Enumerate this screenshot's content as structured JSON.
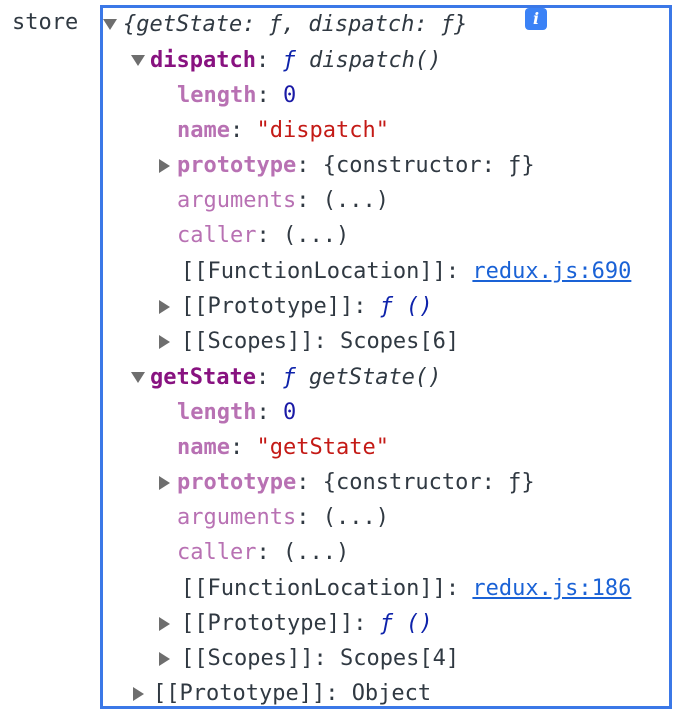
{
  "variable_label": "store",
  "root": {
    "preview": "{getState: ƒ, dispatch: ƒ}",
    "info_badge": "i"
  },
  "dispatch": {
    "key": "dispatch",
    "fn_symbol": "ƒ",
    "signature": "dispatch()",
    "length_key": "length",
    "length_value": "0",
    "name_key": "name",
    "name_value": "\"dispatch\"",
    "prototype_key": "prototype",
    "prototype_value": "{constructor: ƒ}",
    "arguments_key": "arguments",
    "arguments_value": "(...)",
    "caller_key": "caller",
    "caller_value": "(...)",
    "function_location_key": "[[FunctionLocation]]",
    "function_location_value": "redux.js:690",
    "proto_key": "[[Prototype]]",
    "proto_value": "ƒ ()",
    "scopes_key": "[[Scopes]]",
    "scopes_value": "Scopes[6]"
  },
  "getState": {
    "key": "getState",
    "fn_symbol": "ƒ",
    "signature": "getState()",
    "length_key": "length",
    "length_value": "0",
    "name_key": "name",
    "name_value": "\"getState\"",
    "prototype_key": "prototype",
    "prototype_value": "{constructor: ƒ}",
    "arguments_key": "arguments",
    "arguments_value": "(...)",
    "caller_key": "caller",
    "caller_value": "(...)",
    "function_location_key": "[[FunctionLocation]]",
    "function_location_value": "redux.js:186",
    "proto_key": "[[Prototype]]",
    "proto_value": "ƒ ()",
    "scopes_key": "[[Scopes]]",
    "scopes_value": "Scopes[4]"
  },
  "root_proto": {
    "key": "[[Prototype]]",
    "value": "Object"
  },
  "colors": {
    "highlight_border": "#3b78e7",
    "own_key": "#881280",
    "prop_key": "#b871b3",
    "number": "#1a1aa6",
    "string": "#c41a16",
    "function_symbol": "#0d22aa",
    "link": "#1a62d6"
  }
}
